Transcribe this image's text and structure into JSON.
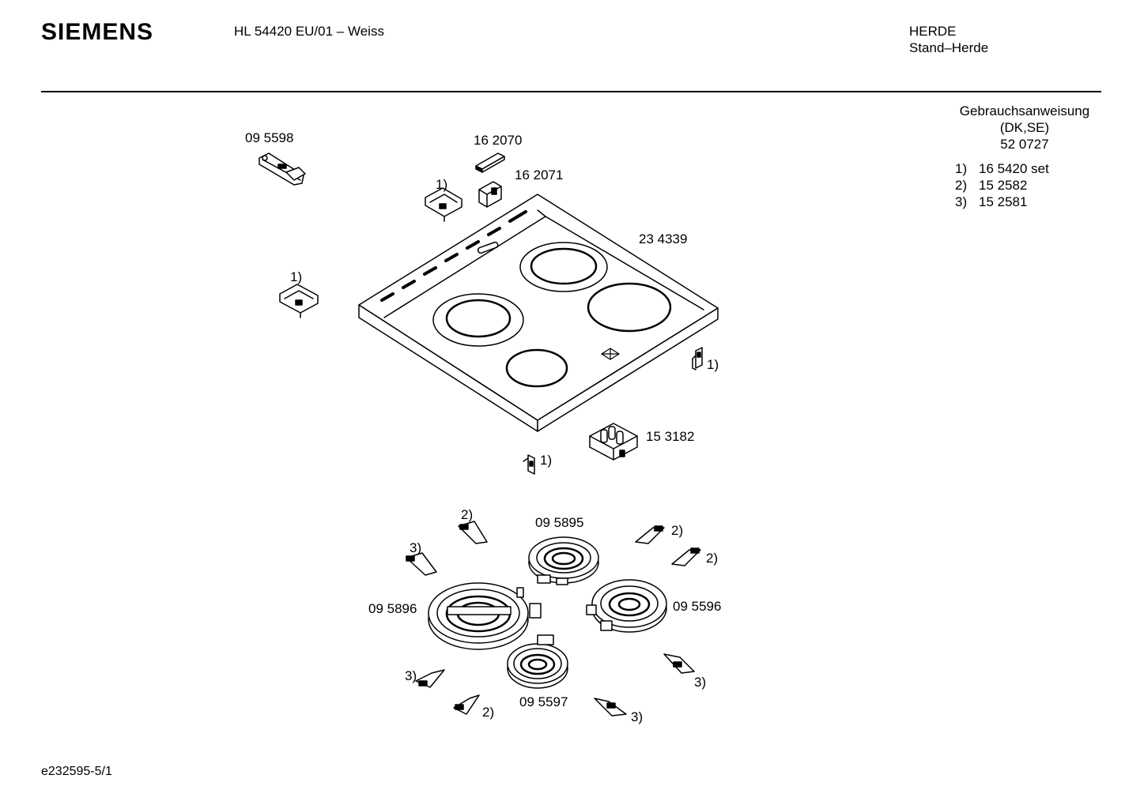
{
  "header": {
    "brand": "SIEMENS",
    "model": "HL 54420 EU/01 – Weiss",
    "category_1": "HERDE",
    "category_2": "Stand–Herde"
  },
  "manual": {
    "title": "Gebrauchsanweisung",
    "languages": "(DK,SE)",
    "number": "52 0727"
  },
  "legend": [
    {
      "key": "1)",
      "value": "16 5420 set"
    },
    {
      "key": "2)",
      "value": "15 2582"
    },
    {
      "key": "3)",
      "value": "15 2581"
    }
  ],
  "parts": {
    "p095598": "09 5598",
    "p162070": "16 2070",
    "p162071": "16 2071",
    "p234339": "23 4339",
    "p153182": "15 3182",
    "p095895": "09 5895",
    "p095896": "09 5896",
    "p095596": "09 5596",
    "p095597": "09 5597"
  },
  "refs": {
    "r1": "1)",
    "r2": "2)",
    "r3": "3)"
  },
  "footer": {
    "code": "e232595-5/1"
  }
}
